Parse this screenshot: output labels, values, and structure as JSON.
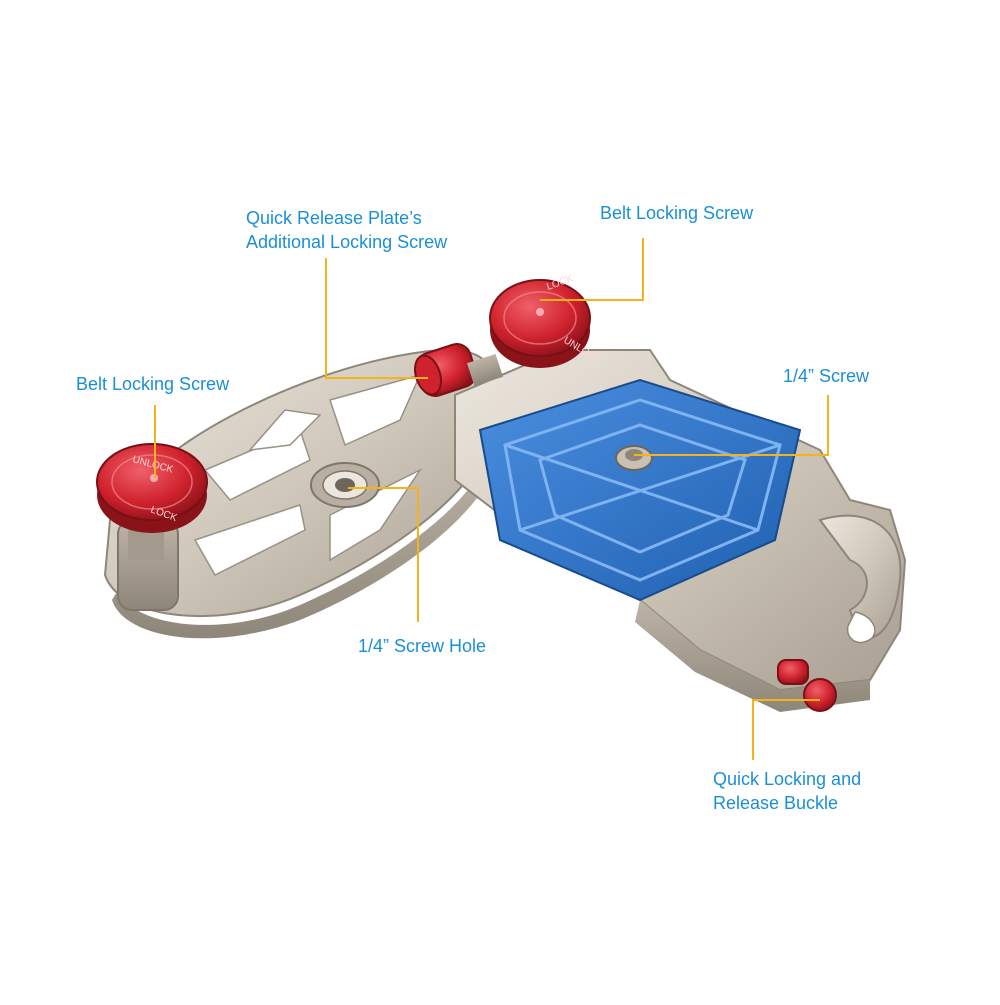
{
  "colors": {
    "label_text": "#1a8fd8",
    "leader_line": "#f5b21a",
    "metal": "#d4ccc0",
    "knob_red": "#c8202a",
    "pad_blue": "#2a6fc4"
  },
  "callouts": {
    "qr_plate_screw": {
      "line1": "Quick Release Plate’s",
      "line2": "Additional Locking Screw"
    },
    "belt_screw_top": {
      "line1": "Belt Locking Screw"
    },
    "belt_screw_left": {
      "line1": "Belt Locking Screw"
    },
    "quarter_screw": {
      "line1": "1/4” Screw"
    },
    "quarter_hole": {
      "line1": "1/4” Screw Hole"
    },
    "quick_buckle": {
      "line1": "Quick Locking and",
      "line2": "Release Buckle"
    }
  },
  "knob_text": {
    "lock": "LOCK",
    "unlock": "UNLOCK"
  }
}
